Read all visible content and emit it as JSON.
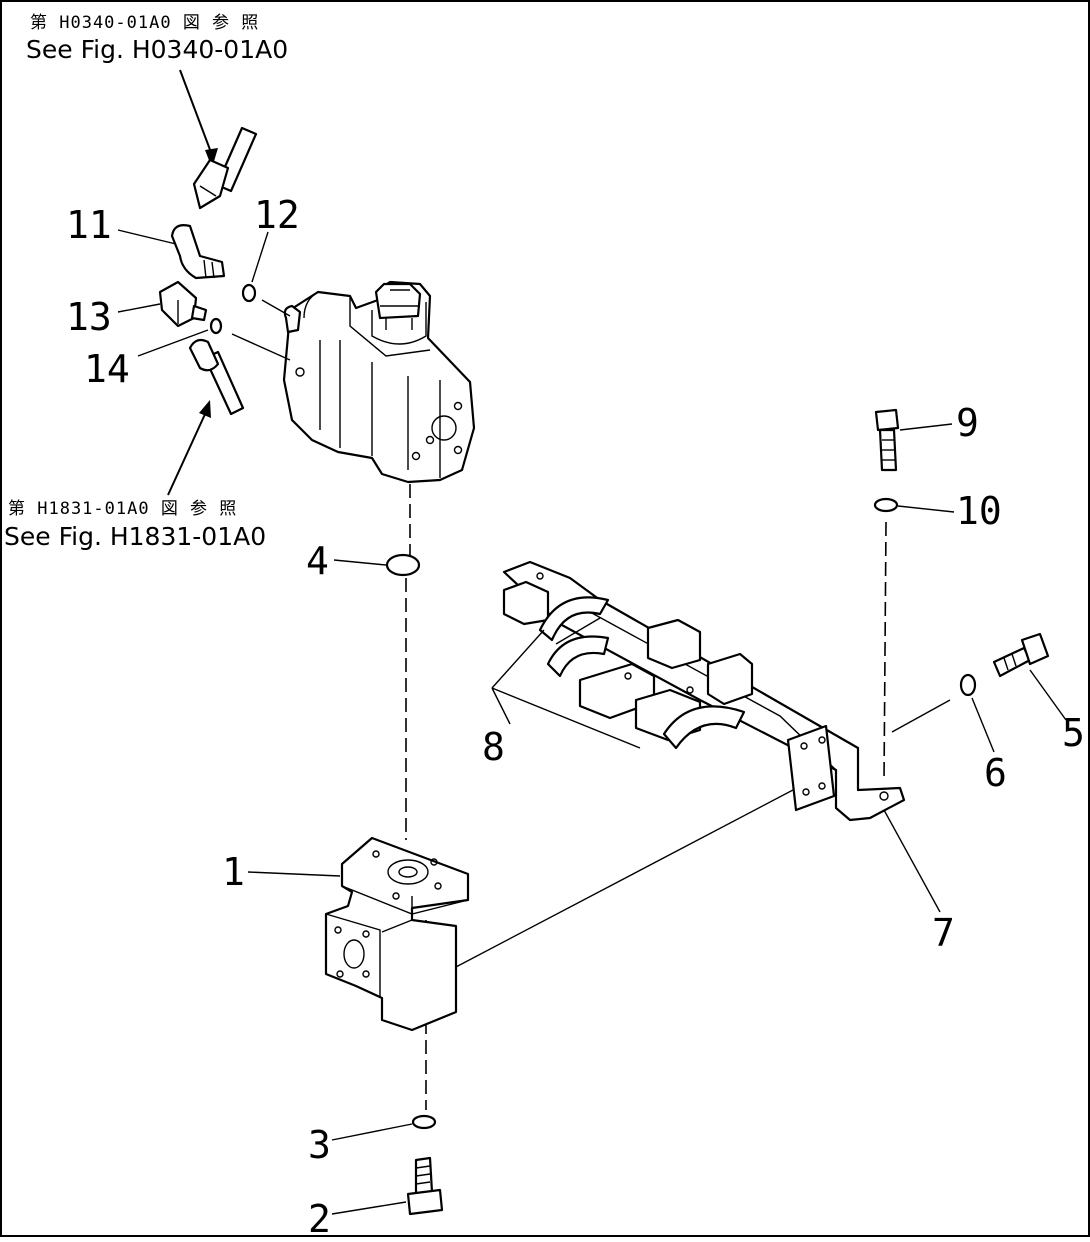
{
  "references": {
    "top": {
      "jp": "第 H0340-01A0 図 参 照",
      "en": "See Fig. H0340-01A0"
    },
    "middle": {
      "jp": "第 H1831-01A0 図 参 照",
      "en": "See Fig. H1831-01A0"
    }
  },
  "callouts": {
    "c1": "1",
    "c2": "2",
    "c3": "3",
    "c4": "4",
    "c5": "5",
    "c6": "6",
    "c7": "7",
    "c8": "8",
    "c9": "9",
    "c10": "10",
    "c11": "11",
    "c12": "12",
    "c13": "13",
    "c14": "14"
  }
}
